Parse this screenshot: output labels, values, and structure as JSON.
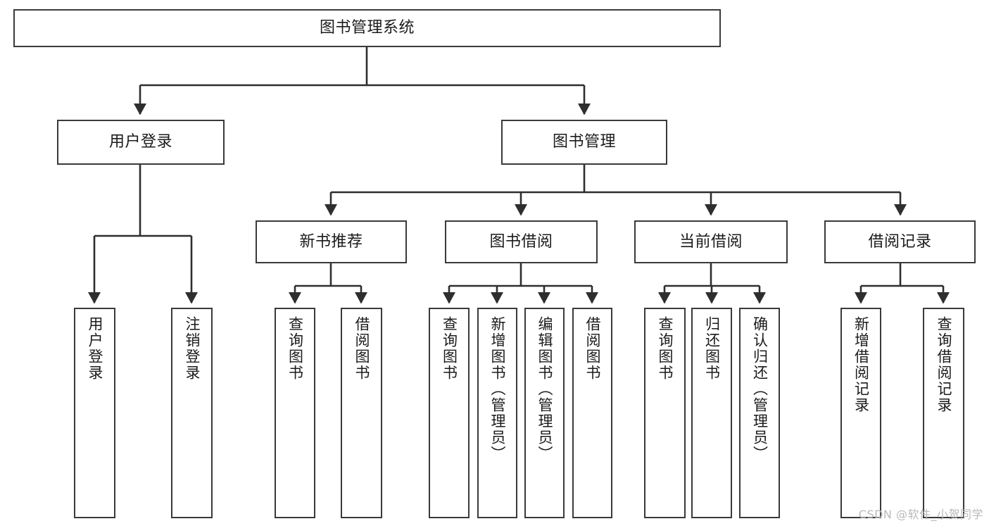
{
  "diagram": {
    "title": "图书管理系统",
    "type": "tree",
    "watermark": "CSDN @软件_小贺同学",
    "colors": {
      "box_border": "#3a3a3a",
      "box_fill": "#ffffff",
      "connector": "#2e2e2e",
      "text": "#1b1b1b",
      "watermark": "#b9b9b9",
      "background": "#ffffff"
    },
    "root": {
      "label": "图书管理系统"
    },
    "level2": [
      {
        "label": "用户登录"
      },
      {
        "label": "图书管理"
      }
    ],
    "level3": [
      {
        "label": "新书推荐",
        "parent": "图书管理"
      },
      {
        "label": "图书借阅",
        "parent": "图书管理"
      },
      {
        "label": "当前借阅",
        "parent": "图书管理"
      },
      {
        "label": "借阅记录",
        "parent": "图书管理"
      }
    ],
    "leaves": [
      {
        "label": "用户登录",
        "parent": "用户登录"
      },
      {
        "label": "注销登录",
        "parent": "用户登录"
      },
      {
        "label": "查询图书",
        "parent": "新书推荐"
      },
      {
        "label": "借阅图书",
        "parent": "新书推荐"
      },
      {
        "label": "查询图书",
        "parent": "图书借阅"
      },
      {
        "label": "新增图书（管理员）",
        "parent": "图书借阅"
      },
      {
        "label": "编辑图书（管理员）",
        "parent": "图书借阅"
      },
      {
        "label": "借阅图书",
        "parent": "图书借阅"
      },
      {
        "label": "查询图书",
        "parent": "当前借阅"
      },
      {
        "label": "归还图书",
        "parent": "当前借阅"
      },
      {
        "label": "确认归还（管理员）",
        "parent": "当前借阅"
      },
      {
        "label": "新增借阅记录",
        "parent": "借阅记录"
      },
      {
        "label": "查询借阅记录",
        "parent": "借阅记录"
      }
    ]
  }
}
